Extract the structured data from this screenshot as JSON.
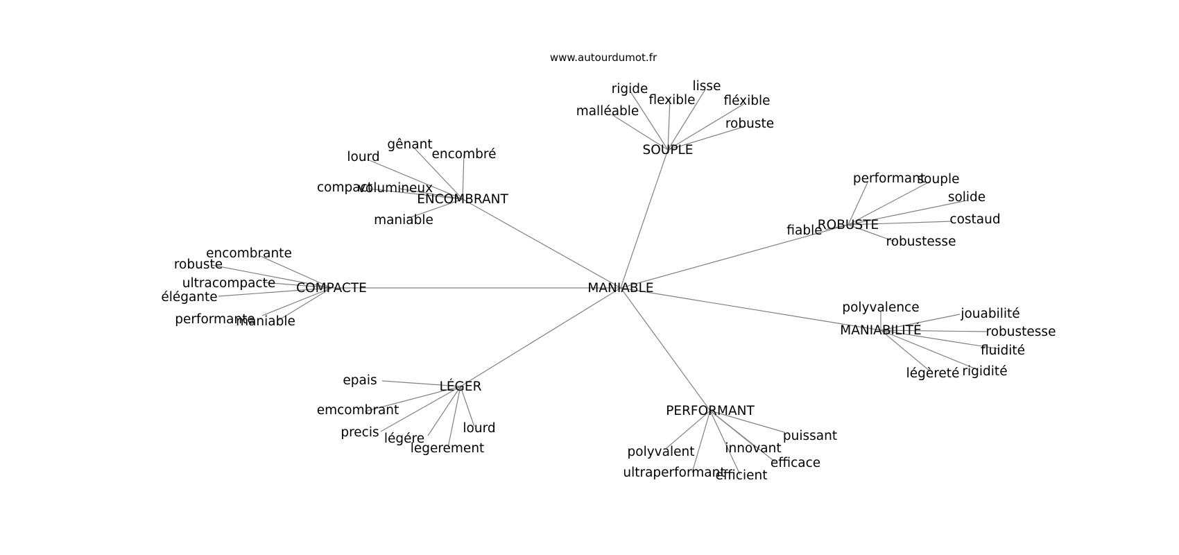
{
  "source": "www.autourdumot.fr",
  "root": "MANIABLE",
  "clusters": [
    {
      "hub": "SOUPLE",
      "words": [
        "rigide",
        "flexible",
        "lisse",
        "fléxible",
        "malléable",
        "robuste"
      ]
    },
    {
      "hub": "ENCOMBRANT",
      "words": [
        "gênant",
        "lourd",
        "encombré",
        "compact",
        "volumineux",
        "maniable"
      ]
    },
    {
      "hub": "ROBUSTE",
      "words": [
        "performant",
        "souple",
        "solide",
        "costaud",
        "fiable",
        "robustesse"
      ]
    },
    {
      "hub": "COMPACTE",
      "words": [
        "encombrante",
        "robuste",
        "ultracompacte",
        "élégante",
        "performante",
        "maniable"
      ]
    },
    {
      "hub": "MANIABILITÉ",
      "words": [
        "polyvalence",
        "jouabilité",
        "robustesse",
        "fluidité",
        "rigidité",
        "légèreté"
      ]
    },
    {
      "hub": "LÉGER",
      "words": [
        "epais",
        "emcombrant",
        "precis",
        "légére",
        "legerement",
        "lourd"
      ]
    },
    {
      "hub": "PERFORMANT",
      "words": [
        "puissant",
        "innovant",
        "polyvalent",
        "efficace",
        "ultraperformant",
        "efficient"
      ]
    }
  ]
}
